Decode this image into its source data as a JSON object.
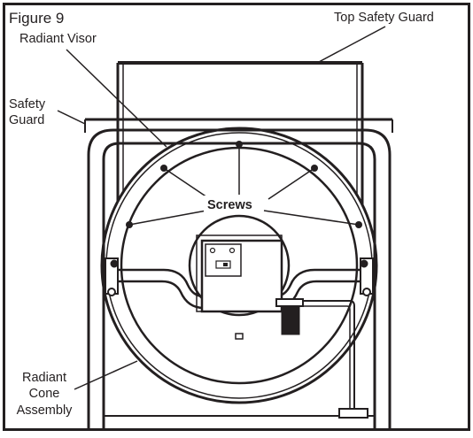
{
  "figure": {
    "title": "Figure 9",
    "labels": {
      "top_safety_guard": "Top Safety Guard",
      "radiant_visor": "Radiant Visor",
      "safety_guard_line1": "Safety",
      "safety_guard_line2": "Guard",
      "screws": "Screws",
      "radiant_cone_line1": "Radiant",
      "radiant_cone_line2": "Cone",
      "radiant_cone_line3": "Assembly"
    }
  }
}
